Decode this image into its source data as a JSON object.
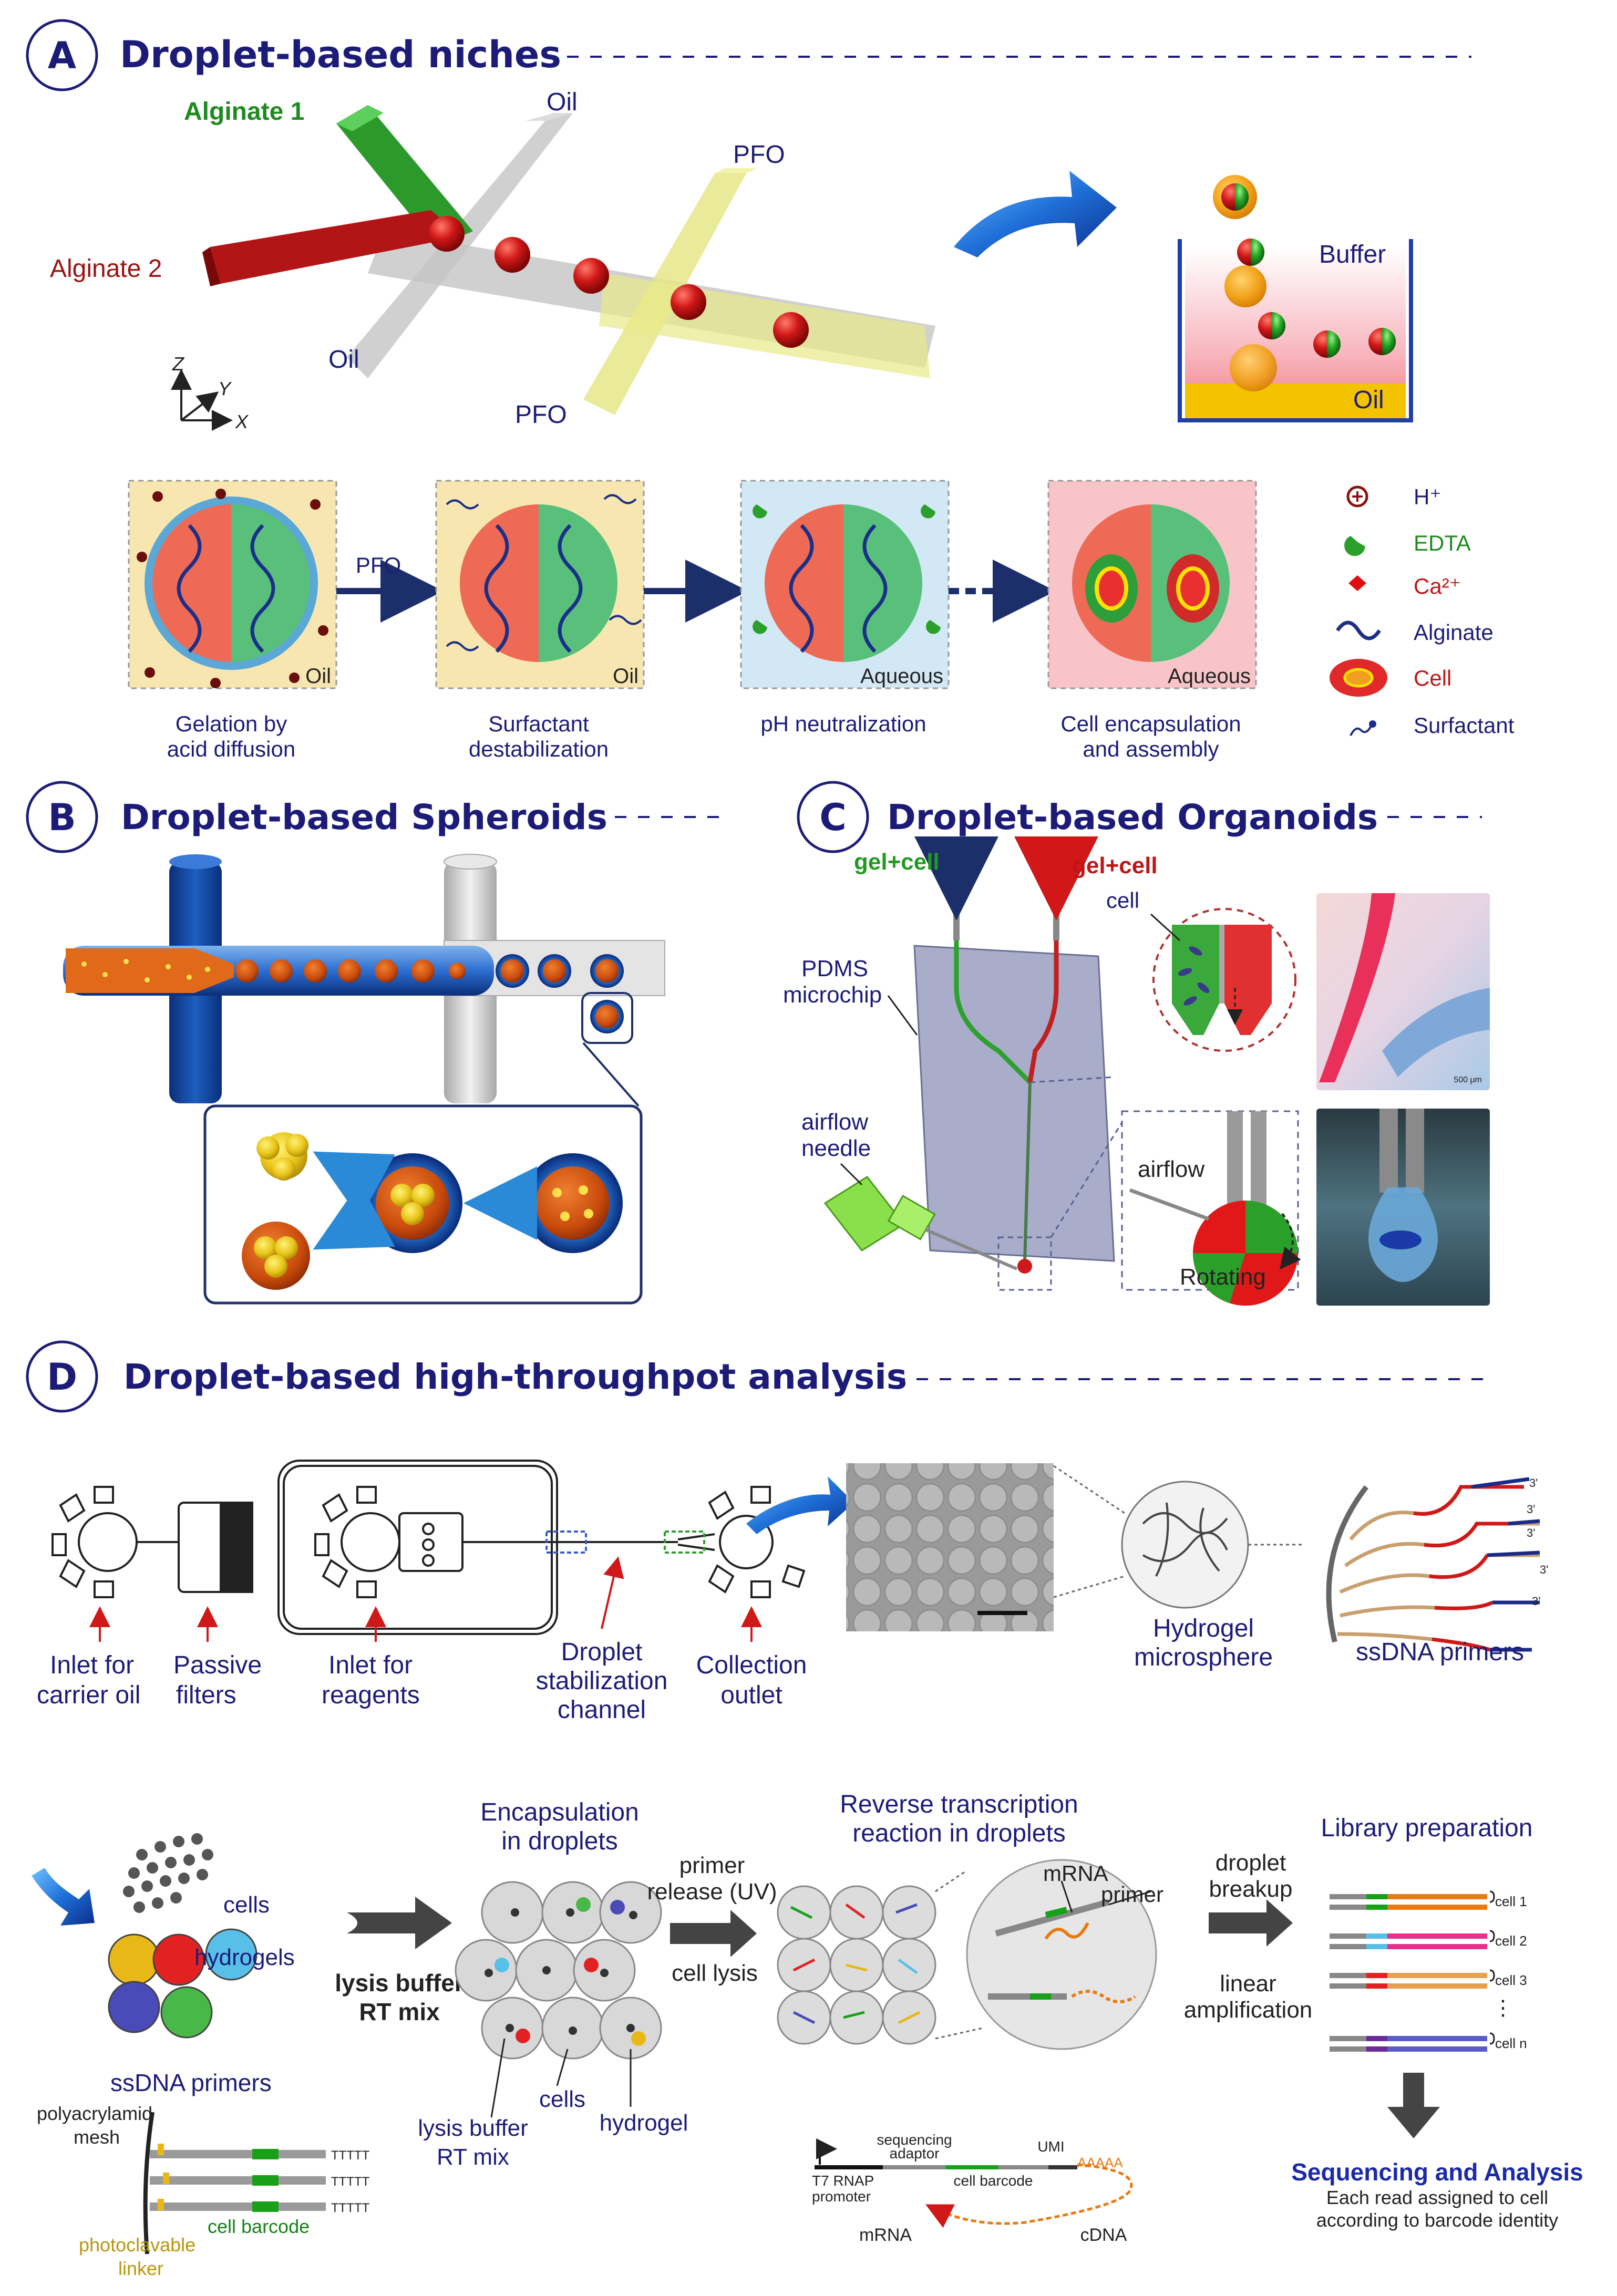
{
  "panels": {
    "A": {
      "letter": "A",
      "title": "Droplet-based niches"
    },
    "B": {
      "letter": "B",
      "title": "Droplet-based Spheroids"
    },
    "C": {
      "letter": "C",
      "title": "Droplet-based Organoids"
    },
    "D": {
      "letter": "D",
      "title": "Droplet-based high-throughpot analysis"
    }
  },
  "a_chip": {
    "alginate1": "Alginate 1",
    "alginate2": "Alginate 2",
    "oil_top": "Oil",
    "oil_bottom": "Oil",
    "pfo_top": "PFO",
    "pfo_bottom": "PFO",
    "axis_z": "Z",
    "axis_y": "Y",
    "axis_x": "X"
  },
  "a_beaker": {
    "buffer": "Buffer",
    "oil": "Oil"
  },
  "a_steps": [
    {
      "caption_1": "Gelation by",
      "caption_2": "acid diffusion",
      "phase": "Oil"
    },
    {
      "caption_1": "Surfactant",
      "caption_2": "destabilization",
      "phase": "Oil"
    },
    {
      "caption_1": "pH neutralization",
      "caption_2": "",
      "phase": "Aqueous"
    },
    {
      "caption_1": "Cell encapsulation",
      "caption_2": "and assembly",
      "phase": "Aqueous"
    }
  ],
  "a_arrow_pfo": "PFO",
  "a_legend": [
    {
      "symbol": "h-plus-icon",
      "label": "H⁺"
    },
    {
      "symbol": "edta-icon",
      "label": "EDTA"
    },
    {
      "symbol": "calcium-icon",
      "label": "Ca²⁺"
    },
    {
      "symbol": "alginate-icon",
      "label": "Alginate"
    },
    {
      "symbol": "cell-icon",
      "label": "Cell"
    },
    {
      "symbol": "surfactant-icon",
      "label": "Surfactant"
    }
  ],
  "c_labels": {
    "gel_green": "gel+cell",
    "gel_red": "gel+cell",
    "cell": "cell",
    "pdms_1": "PDMS",
    "pdms_2": "microchip",
    "needle_1": "airflow",
    "needle_2": "needle",
    "airflow": "airflow",
    "rotating": "Rotating",
    "scale": "500 μm"
  },
  "d_chip_labels": [
    {
      "line1": "Inlet for",
      "line2": "carrier oil"
    },
    {
      "line1": "Passive",
      "line2": "filters"
    },
    {
      "line1": "Inlet for",
      "line2": "reagents"
    },
    {
      "line1": "Droplet",
      "line2": "stabilization",
      "line3": "channel"
    },
    {
      "line1": "Collection",
      "line2": "outlet"
    }
  ],
  "d_hydrogel": {
    "line1": "Hydrogel",
    "line2": "microsphere"
  },
  "d_primers": {
    "label": "ssDNA primers",
    "end": "3'"
  },
  "d_workflow": {
    "cells": "cells",
    "hydrogels": "hydrogels",
    "ssdna": "ssDNA primers",
    "mesh_1": "polyacrylamid",
    "mesh_2": "mesh",
    "linker_1": "photoclavable",
    "linker_2": "linker",
    "barcode": "cell barcode",
    "tail": "TTTTT",
    "lysis_1": "lysis buffer",
    "lysis_2": "RT mix",
    "encap_1": "Encapsulation",
    "encap_2": "in droplets",
    "enc_cells": "cells",
    "enc_lysis_1": "lysis buffer",
    "enc_lysis_2": "RT mix",
    "enc_hydrogel": "hydrogel",
    "primer_release_1": "primer",
    "primer_release_2": "release  (UV)",
    "cell_lysis": "cell lysis",
    "rt_1": "Reverse transcription",
    "rt_2": "reaction in droplets",
    "mrna": "mRNA",
    "primer": "primer",
    "seq_adaptor_1": "sequencing",
    "seq_adaptor_2": "adaptor",
    "t7_1": "T7 RNAP",
    "t7_2": "promoter",
    "cell_barcode": "cell barcode",
    "umi": "UMI",
    "polyA": "AAAAA",
    "mrna_bottom": "mRNA",
    "cdna": "cDNA",
    "breakup_1": "droplet",
    "breakup_2": "breakup",
    "amp_1": "linear",
    "amp_2": "amplification",
    "library": "Library preparation",
    "lib_cells": [
      "cell 1",
      "cell 2",
      "cell 3",
      "cell n"
    ],
    "vdots": "⋮",
    "seq_title": "Sequencing and Analysis",
    "seq_sub_1": "Each read assigned to cell",
    "seq_sub_2": "according to barcode identity"
  }
}
